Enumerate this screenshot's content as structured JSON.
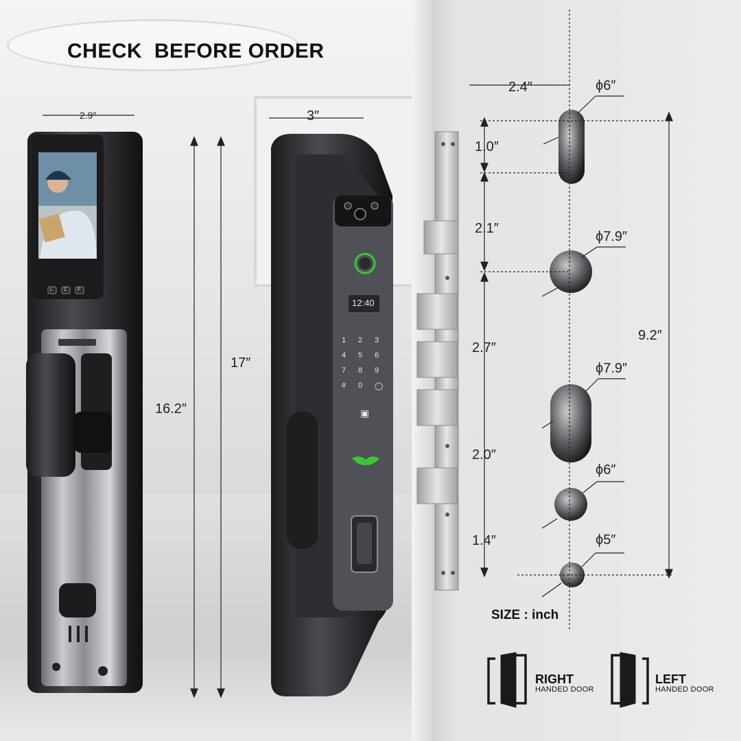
{
  "title": "CHECK  BEFORE ORDER",
  "front_panel": {
    "width": "2.9″",
    "height": "16.2″",
    "screen_buttons": [
      "L",
      "C",
      "F"
    ]
  },
  "side_panel": {
    "width": "3″",
    "height": "17″",
    "clock": "12:40",
    "keypad": [
      "1",
      "2",
      "3",
      "4",
      "5",
      "6",
      "7",
      "8",
      "9",
      "#",
      "0"
    ]
  },
  "mortise": {
    "depth": "2.4″",
    "total_height": "9.2″",
    "segments": [
      "1.0″",
      "2.1″",
      "2.7″",
      "2.0″",
      "1.4″"
    ],
    "holes": [
      "ϕ6″",
      "ϕ7.9″",
      "ϕ7.9″",
      "ϕ6″",
      "ϕ5″"
    ]
  },
  "size_unit": "SIZE : inch",
  "doors": [
    {
      "title": "RIGHT",
      "subtitle": "HANDED DOOR"
    },
    {
      "title": "LEFT",
      "subtitle": "HANDED DOOR"
    }
  ],
  "colors": {
    "accent_green": "#3ec43a",
    "panel_dark": "#2a2a2e",
    "text": "#111111"
  }
}
